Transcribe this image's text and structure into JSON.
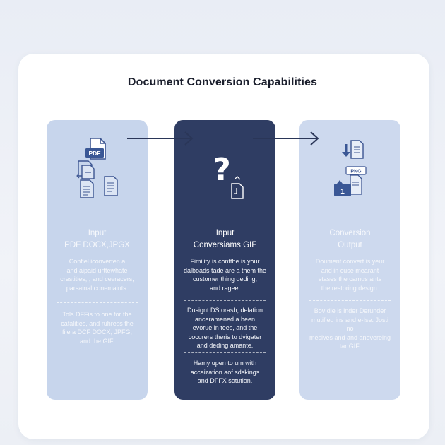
{
  "title": "Document Conversion Capabilities",
  "columns": [
    {
      "heading": [
        "Input",
        "PDF DOCX,JPGX"
      ],
      "paragraphs": [
        [
          "Confiel iconverten a",
          "and aipaid urttewhate",
          "crestities, , and cevracers,",
          "parsainal conemaints."
        ],
        [
          "Tols DFFis to one for the",
          "cafalities, and ruhress the",
          "file a DCF DOCX, JPFG,",
          "and the GIF."
        ]
      ],
      "icon_label": "PDF",
      "color": "#c7d5ec"
    },
    {
      "heading": [
        "Input",
        "Conversiams GIF"
      ],
      "paragraphs": [
        [
          "Fimility is contthe is your",
          "dalboads tade are a them the",
          "customer thing deding,",
          "and ragee."
        ],
        [
          "Dusignt DS orash, delation",
          "anceramened a been",
          "evorue in tees, and the",
          "cocurers theris to dvigater",
          "and deding amante."
        ],
        [
          "Hamy upen to um with",
          "accaization aof sdskings",
          "and DFFX sotution."
        ]
      ],
      "color": "#2f3d63"
    },
    {
      "heading": [
        "Conversion",
        "Output"
      ],
      "paragraphs": [
        [
          "Doument convert is yeur",
          "and in cuse mearant",
          "stases the camus ants",
          "the restoring design."
        ],
        [
          "Bov dle is inder Derunder",
          "mutified ins and e-Ise. Josti no",
          "mesives and and anovereing",
          "tar GIF."
        ]
      ],
      "icon_label": "PNG",
      "badge": "1",
      "color": "#cdd9ee"
    }
  ],
  "colors": {
    "arrow": "#2a3658",
    "icon_stroke": "#3c5591",
    "icon_fill_dark": "#3a5795"
  }
}
